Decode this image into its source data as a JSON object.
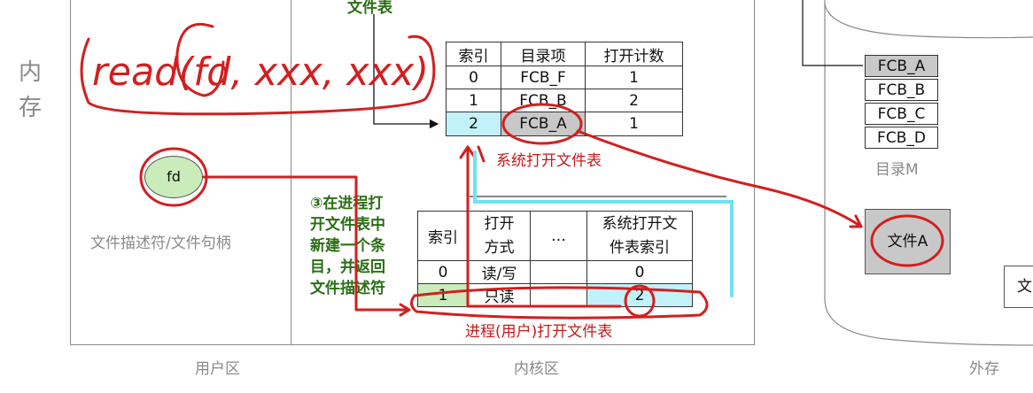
{
  "left_label": [
    "内",
    "存"
  ],
  "annotation_read": "read(fd, xxx, xxx)",
  "fd_label": "fd",
  "user_area_caption": "文件描述符/文件句柄",
  "top_kernel_label": "文件表",
  "sys_table": {
    "headers": [
      "索引",
      "目录项",
      "打开计数"
    ],
    "rows": [
      [
        "0",
        "FCB_F",
        "1"
      ],
      [
        "1",
        "FCB_B",
        "2"
      ],
      [
        "2",
        "FCB_A",
        "1"
      ]
    ],
    "caption": "系统打开文件表"
  },
  "step_text": [
    "③在进程打",
    "开文件表中",
    "新建一个条",
    "目，并返回",
    "文件描述符"
  ],
  "proc_table": {
    "headers": [
      "索引",
      "打开方式",
      "…",
      "系统打开文件表索引"
    ],
    "header_lines": [
      [
        "索引"
      ],
      [
        "打开",
        "方式"
      ],
      [
        "…"
      ],
      [
        "系统打开文",
        "件表索引"
      ]
    ],
    "rows": [
      [
        "0",
        "读/写",
        "",
        "0"
      ],
      [
        "1",
        "只读",
        "",
        "2"
      ]
    ],
    "caption": "进程(用户)打开文件表"
  },
  "directory": {
    "items": [
      "FCB_A",
      "FCB_B",
      "FCB_C",
      "FCB_D"
    ],
    "caption": "目录M"
  },
  "file_a": "文件A",
  "file_partial": "文",
  "region_labels": {
    "user": "用户区",
    "kernel": "内核区",
    "external": "外存"
  },
  "colors": {
    "highlight_blue": "#c3f1f9",
    "highlight_green": "#c9ecba",
    "gray_cell": "#c8c8c8",
    "ink_red": "#d21f1f",
    "text_green": "#2a6e15"
  }
}
